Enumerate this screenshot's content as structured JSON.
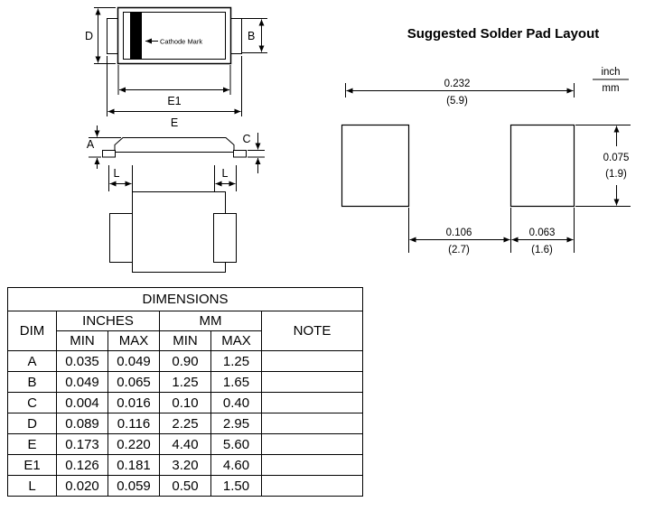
{
  "package_drawing": {
    "cathode_mark": "Cathode Mark",
    "dim_d": "D",
    "dim_b": "B",
    "dim_e1": "E1",
    "dim_e": "E",
    "dim_a": "A",
    "dim_c": "C",
    "dim_l": "L"
  },
  "solder_layout": {
    "title": "Suggested Solder Pad Layout",
    "unit_inch": "inch",
    "unit_mm": "mm",
    "width": {
      "inch": "0.232",
      "mm": "(5.9)"
    },
    "height": {
      "inch": "0.075",
      "mm": "(1.9)"
    },
    "gap": {
      "inch": "0.106",
      "mm": "(2.7)"
    },
    "pad": {
      "inch": "0.063",
      "mm": "(1.6)"
    }
  },
  "table": {
    "title": "DIMENSIONS",
    "col_dim": "DIM",
    "col_inches": "INCHES",
    "col_mm": "MM",
    "col_note": "NOTE",
    "col_min": "MIN",
    "col_max": "MAX",
    "rows": [
      {
        "dim": "A",
        "in_min": "0.035",
        "in_max": "0.049",
        "mm_min": "0.90",
        "mm_max": "1.25",
        "note": ""
      },
      {
        "dim": "B",
        "in_min": "0.049",
        "in_max": "0.065",
        "mm_min": "1.25",
        "mm_max": "1.65",
        "note": ""
      },
      {
        "dim": "C",
        "in_min": "0.004",
        "in_max": "0.016",
        "mm_min": "0.10",
        "mm_max": "0.40",
        "note": ""
      },
      {
        "dim": "D",
        "in_min": "0.089",
        "in_max": "0.116",
        "mm_min": "2.25",
        "mm_max": "2.95",
        "note": ""
      },
      {
        "dim": "E",
        "in_min": "0.173",
        "in_max": "0.220",
        "mm_min": "4.40",
        "mm_max": "5.60",
        "note": ""
      },
      {
        "dim": "E1",
        "in_min": "0.126",
        "in_max": "0.181",
        "mm_min": "3.20",
        "mm_max": "4.60",
        "note": ""
      },
      {
        "dim": "L",
        "in_min": "0.020",
        "in_max": "0.059",
        "mm_min": "0.50",
        "mm_max": "1.50",
        "note": ""
      }
    ]
  }
}
